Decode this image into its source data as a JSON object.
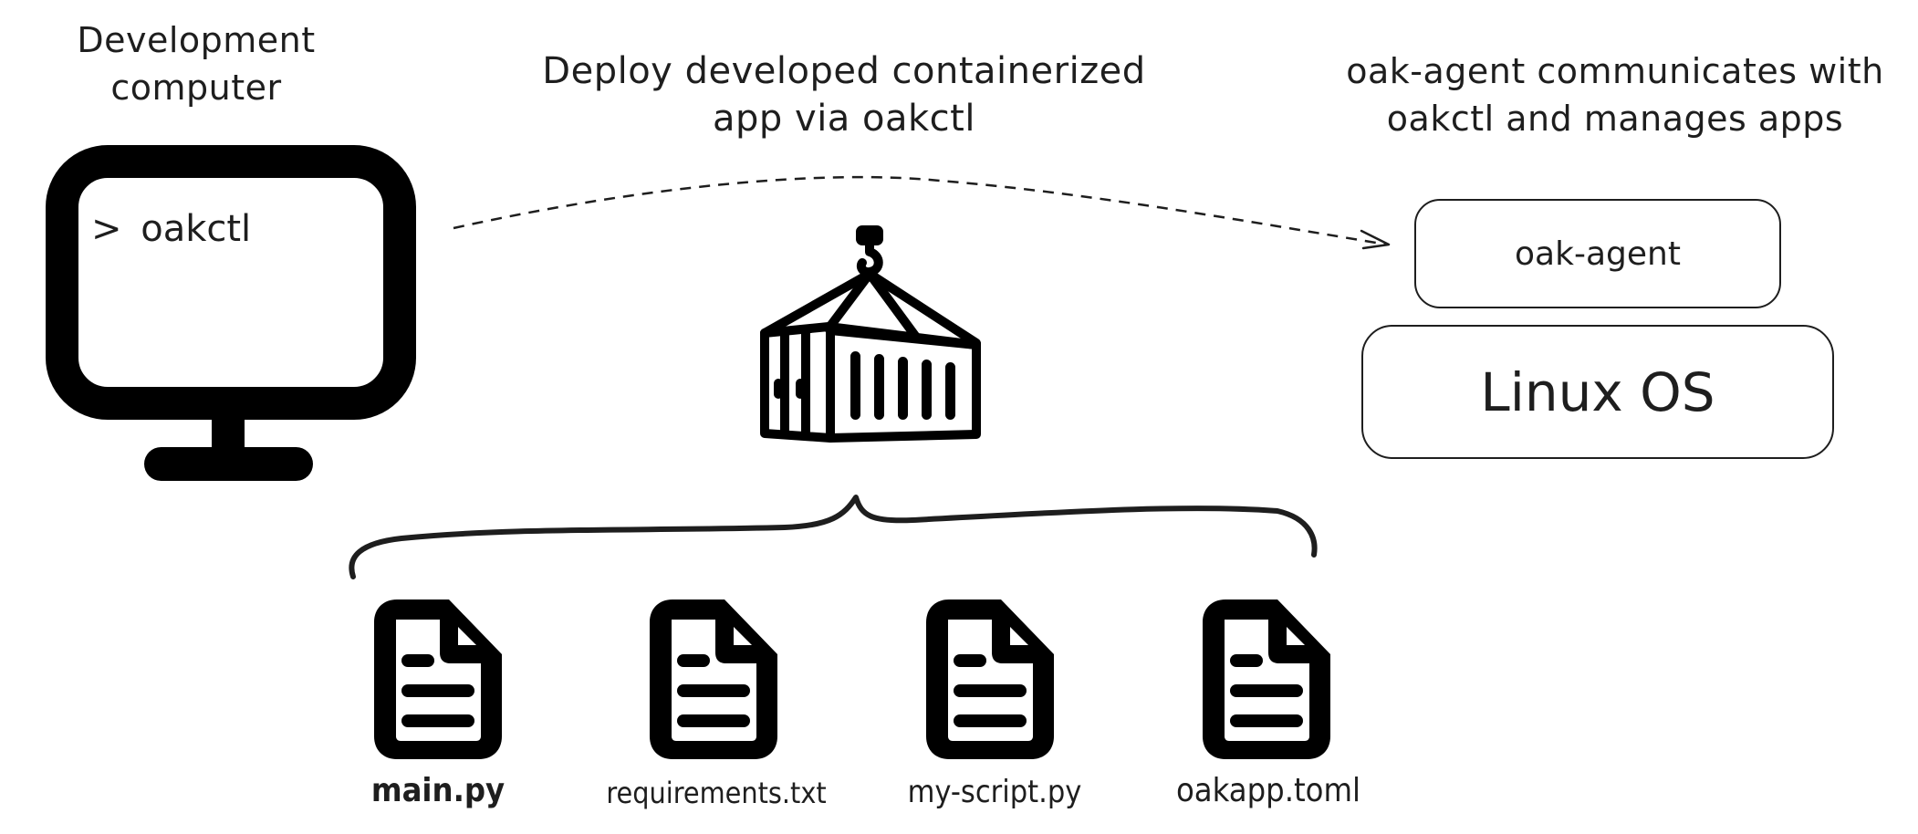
{
  "dev_computer": {
    "title_line1": "Development",
    "title_line2": "computer",
    "terminal_prompt": ">",
    "terminal_command": "oakctl",
    "icon": "monitor-icon"
  },
  "deploy": {
    "caption_line1": "Deploy developed containerized",
    "caption_line2": "app via oakctl",
    "icon": "shipping-container-icon",
    "arrow": "dashed-arrow"
  },
  "device": {
    "caption_line1": "oak-agent communicates with",
    "caption_line2": "oakctl and manages apps",
    "agent_label": "oak-agent",
    "os_label": "Linux OS"
  },
  "files": [
    {
      "name": "main.py",
      "icon": "file-icon"
    },
    {
      "name": "requirements.txt",
      "icon": "file-icon"
    },
    {
      "name": "my-script.py",
      "icon": "file-icon"
    },
    {
      "name": "oakapp.toml",
      "icon": "file-icon"
    }
  ],
  "colors": {
    "stroke": "#1e1e1e",
    "icon": "#000000",
    "background": "#ffffff"
  }
}
